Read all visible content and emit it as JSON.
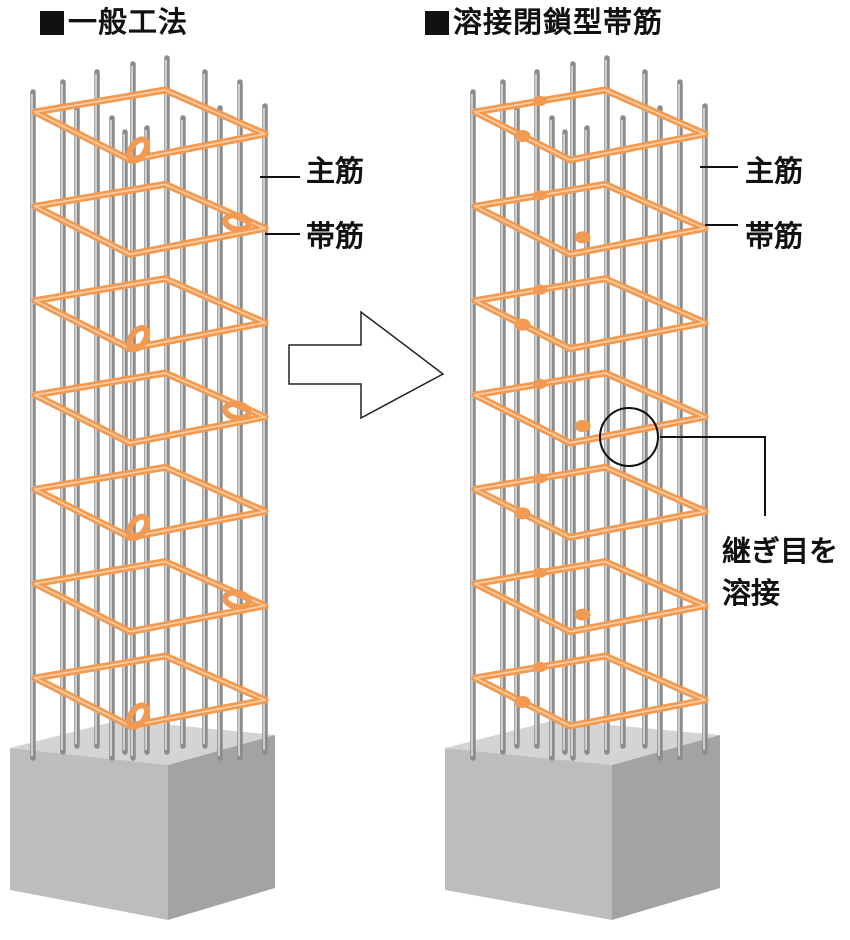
{
  "titles": {
    "left": "一般工法",
    "right": "溶接閉鎖型帯筋"
  },
  "labels": {
    "main_bar": "主筋",
    "tie_bar": "帯筋",
    "weld_line1": "継ぎ目を",
    "weld_line2": "溶接"
  },
  "colors": {
    "tie": "#f29a52",
    "tie_highlight": "#ffd0a6",
    "rebar": "#8c8c8c",
    "rebar_highlight": "#e4e4e4",
    "concrete_top": "#d4d4d4",
    "concrete_left": "#bdbdbd",
    "concrete_right": "#a3a3a3",
    "callout": "#111111",
    "arrow_fill": "#ffffff"
  },
  "icons": {
    "bullet": "black-square-icon",
    "arrow": "right-arrow-icon"
  }
}
